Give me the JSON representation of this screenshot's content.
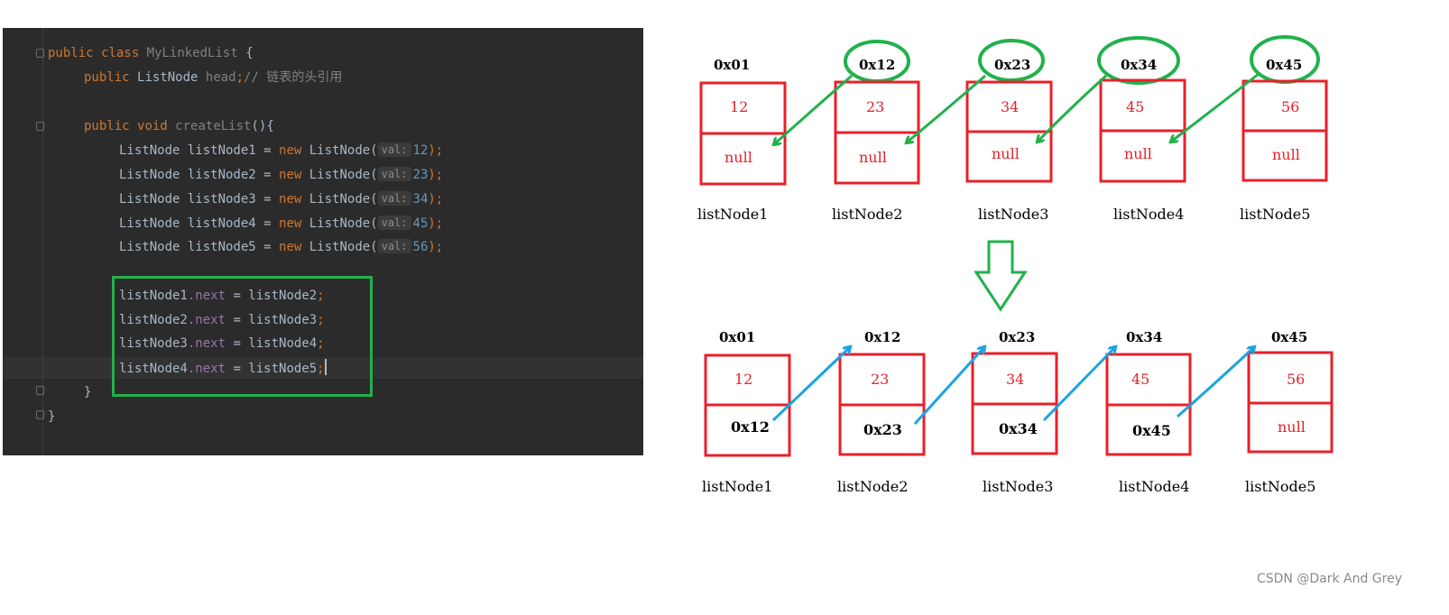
{
  "code": {
    "line1": {
      "kw1": "public",
      "kw2": "class",
      "name": "MyLinkedList",
      "brace": "{"
    },
    "line2": {
      "kw": "public",
      "type": "ListNode",
      "field": "head",
      "semi": ";",
      "comment": "// 链表的头引用"
    },
    "line3": {
      "kw1": "public",
      "kw2": "void",
      "name": "createList",
      "rest": "(){"
    },
    "declarations": [
      {
        "text": "ListNode listNode1 = ",
        "kw": "new",
        "ctor": " ListNode(",
        "hint": "val:",
        "value": "12",
        "end": ");"
      },
      {
        "text": "ListNode listNode2 = ",
        "kw": "new",
        "ctor": " ListNode(",
        "hint": "val:",
        "value": "23",
        "end": ");"
      },
      {
        "text": "ListNode listNode3 = ",
        "kw": "new",
        "ctor": " ListNode(",
        "hint": "val:",
        "value": "34",
        "end": ");"
      },
      {
        "text": "ListNode listNode4 = ",
        "kw": "new",
        "ctor": " ListNode(",
        "hint": "val:",
        "value": "45",
        "end": ");"
      },
      {
        "text": "ListNode listNode5 = ",
        "kw": "new",
        "ctor": " ListNode(",
        "hint": "val:",
        "value": "56",
        "end": ");"
      }
    ],
    "links": [
      {
        "var": "listNode1",
        "field": ".next",
        "assign": " = listNode2",
        "semi": ";"
      },
      {
        "var": "listNode2",
        "field": ".next",
        "assign": " = listNode3",
        "semi": ";"
      },
      {
        "var": "listNode3",
        "field": ".next",
        "assign": " = listNode4",
        "semi": ";"
      },
      {
        "var": "listNode4",
        "field": ".next",
        "assign": " = listNode5",
        "semi": ";"
      }
    ],
    "close_inner": "}",
    "close_outer": "}"
  },
  "top_nodes": [
    {
      "address": "0x01",
      "val": "12",
      "next": "null",
      "name": "listNode1",
      "circled": false
    },
    {
      "address": "0x12",
      "val": "23",
      "next": "null",
      "name": "listNode2",
      "circled": true
    },
    {
      "address": "0x23",
      "val": "34",
      "next": "null",
      "name": "listNode3",
      "circled": true
    },
    {
      "address": "0x34",
      "val": "45",
      "next": "null",
      "name": "listNode4",
      "circled": true
    },
    {
      "address": "0x45",
      "val": "56",
      "next": "null",
      "name": "listNode5",
      "circled": true
    }
  ],
  "bottom_nodes": [
    {
      "address": "0x01",
      "val": "12",
      "next": "0x12",
      "name": "listNode1"
    },
    {
      "address": "0x12",
      "val": "23",
      "next": "0x23",
      "name": "listNode2"
    },
    {
      "address": "0x23",
      "val": "34",
      "next": "0x34",
      "name": "listNode3"
    },
    {
      "address": "0x34",
      "val": "45",
      "next": "0x45",
      "name": "listNode4"
    },
    {
      "address": "0x45",
      "val": "56",
      "next": "null",
      "name": "listNode5"
    }
  ],
  "colors": {
    "node_border": "#e8202a",
    "circle_and_arrow": "#22b14c",
    "link_arrow": "#1ca3e2",
    "editor_bg": "#2b2b2b"
  },
  "watermark": "CSDN @Dark And Grey"
}
